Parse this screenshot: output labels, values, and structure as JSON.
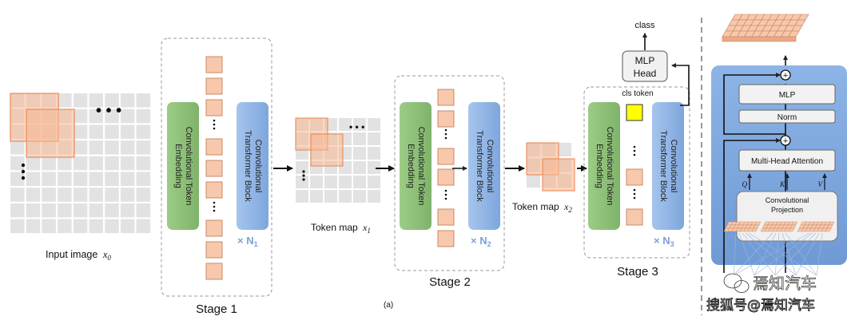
{
  "labels": {
    "input_image": "Input image",
    "input_image_var": "x",
    "input_image_sub": "0",
    "token_map_1": "Token map",
    "token_map_1_var": "x",
    "token_map_1_sub": "1",
    "token_map_2": "Token map",
    "token_map_2_var": "x",
    "token_map_2_sub": "2",
    "ellipsis": "• • •",
    "small_ellipsis": "• • •",
    "caption": "(a)",
    "class": "class",
    "cls_token": "cls token"
  },
  "stages": [
    {
      "title": "Stage 1",
      "embedding": "Convolutional Token Embedding",
      "block": "Convolutional Transformer Block",
      "repeat": "× N",
      "repeat_sub": "1"
    },
    {
      "title": "Stage 2",
      "embedding": "Convolutional Token Embedding",
      "block": "Convolutional Transformer Block",
      "repeat": "× N",
      "repeat_sub": "2"
    },
    {
      "title": "Stage 3",
      "embedding": "Convolutional Token Embedding",
      "block": "Convolutional Transformer Block",
      "repeat": "× N",
      "repeat_sub": "3"
    }
  ],
  "head": {
    "line1": "MLP",
    "line2": "Head"
  },
  "detail": {
    "mlp": "MLP",
    "norm": "Norm",
    "attention": "Multi-Head Attention",
    "q": "Q",
    "k": "K",
    "v": "V",
    "projection_line1": "Convolutional",
    "projection_line2": "Projection",
    "plus": "+"
  },
  "watermark": {
    "brand": "焉知汽车",
    "source": "搜狐号@焉知汽车"
  },
  "colors": {
    "token": "#f8c8ac",
    "token_stroke": "#c98a66",
    "embed": "#8fc07a",
    "block": "#8fb4e3",
    "cls": "#ffff00",
    "panel": "#7da8e0",
    "grid": "#e2e2e2"
  }
}
